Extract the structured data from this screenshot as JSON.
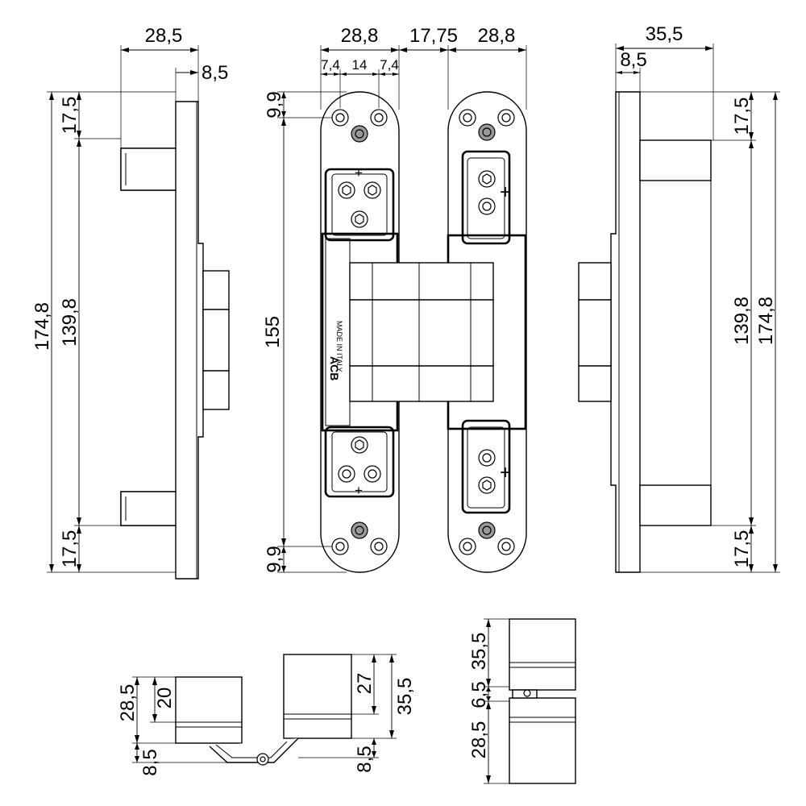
{
  "dimensions": {
    "left_view": {
      "overall_width": "28,5",
      "offset": "8,5",
      "top_segment": "17,5",
      "middle_segment": "139,8",
      "bottom_segment": "17,5",
      "overall_height": "174,8"
    },
    "front_view": {
      "left_leaf_width": "28,8",
      "gap": "17,75",
      "right_leaf_width": "28,8",
      "hole_edge_left": "7,4",
      "hole_pitch": "14",
      "hole_edge_right": "7,4",
      "top_hole_offset": "9,9",
      "hole_distance": "155",
      "bottom_hole_offset": "9,9"
    },
    "right_view": {
      "overall_width": "35,5",
      "offset": "8,5",
      "top_segment": "17,5",
      "middle_segment": "139,8",
      "overall_height": "174,8",
      "bottom_segment": "17,5"
    },
    "plan_view": {
      "left_body_height": "28,5",
      "left_inner_height": "20",
      "left_offset": "8,5",
      "right_inner_height": "27",
      "right_body_height": "35,5",
      "right_offset": "8,5"
    },
    "side_stack_view": {
      "top_body": "35,5",
      "joint": "6,5",
      "bottom_body": "28,5"
    }
  },
  "stamps": {
    "logo": "ACB",
    "made_in": "MADE IN ITALY"
  },
  "colors": {
    "line": "#000000",
    "background": "#ffffff",
    "screw_fill": "#9a9a9a"
  }
}
